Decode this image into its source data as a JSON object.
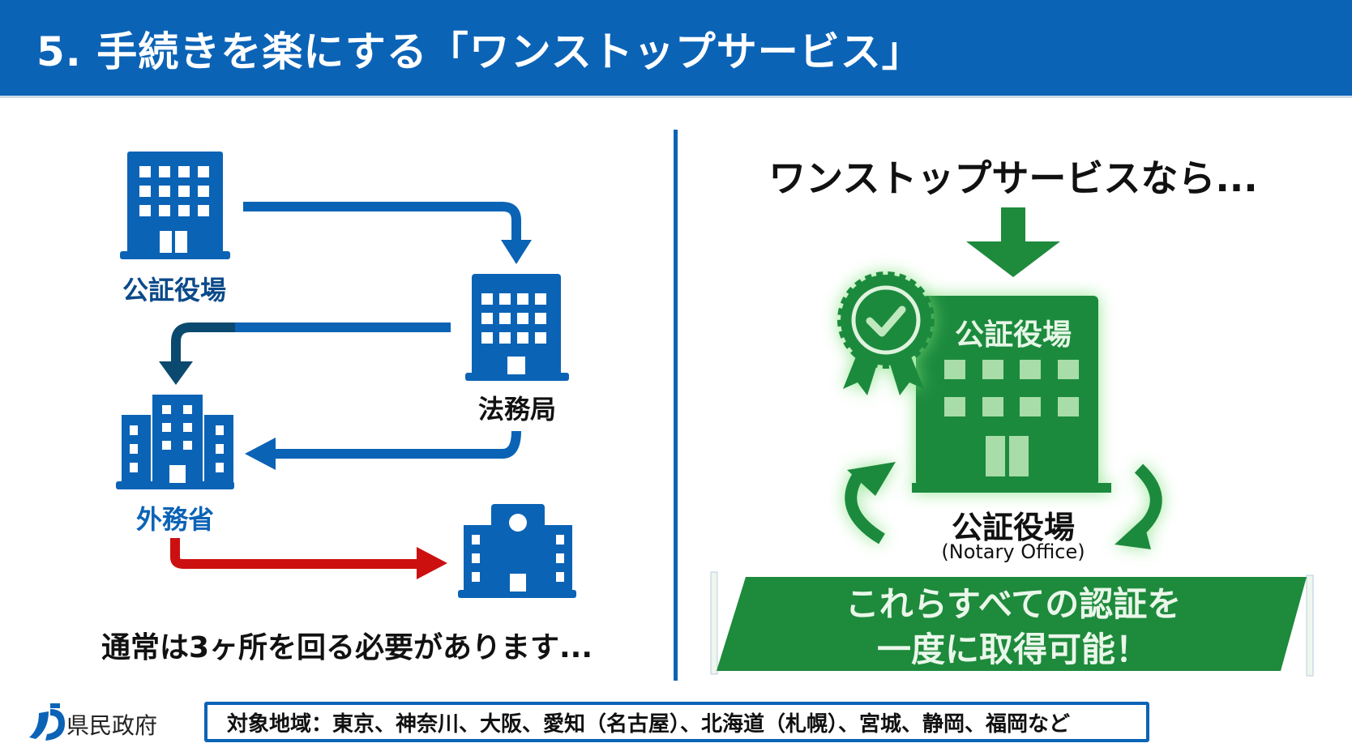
{
  "header": {
    "title": "5.  手続きを楽にする「ワンストップサービス」"
  },
  "left": {
    "offices": [
      {
        "label": "公証役場",
        "color": "#0b4a8a"
      },
      {
        "label": "法務局",
        "color": "#111111"
      },
      {
        "label": "外務省",
        "color": "#0b63b6"
      }
    ],
    "caption": "通常は3ヶ所を回る必要があります..."
  },
  "right": {
    "heading": "ワンストップサービスなら...",
    "building_sign": "公証役場",
    "office_name": "公証役場",
    "office_name_en": "(Notary Office)",
    "banner_line1": "これらすべての認証を",
    "banner_line2": "一度に取得可能！"
  },
  "footer": {
    "logo_text": "県民政府",
    "regions": "対象地域：東京、神奈川、大阪、愛知（名古屋）、北海道（札幌）、宮城、静岡、福岡など"
  },
  "colors": {
    "blue": "#0b63b6",
    "dark_blue": "#0b4a6e",
    "red": "#cc1010",
    "green": "#1e8a3c",
    "light_green": "#a8dca8"
  }
}
